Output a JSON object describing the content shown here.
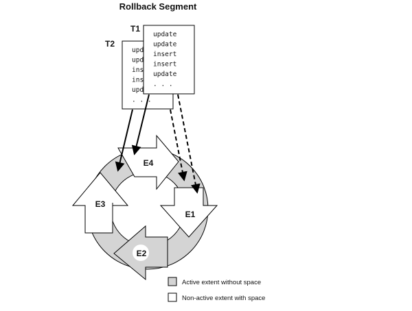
{
  "title": "Rollback Segment",
  "transactions": {
    "t1": {
      "label": "T1",
      "lines": [
        "update",
        "update",
        "insert",
        "insert",
        "update",
        ". . ."
      ]
    },
    "t2": {
      "label": "T2",
      "lines": [
        "upd",
        "upd",
        "ins",
        "ins",
        "upd",
        ". . ."
      ]
    }
  },
  "extents": {
    "e1": "E1",
    "e2": "E2",
    "e3": "E3",
    "e4": "E4"
  },
  "legend": [
    {
      "label": "Active extent without space",
      "color": "#d4d4d4"
    },
    {
      "label": "Non-active extent with space",
      "color": "#ffffff"
    }
  ],
  "colors": {
    "active": "#d4d4d4",
    "inactive": "#ffffff",
    "stroke": "#000000"
  }
}
